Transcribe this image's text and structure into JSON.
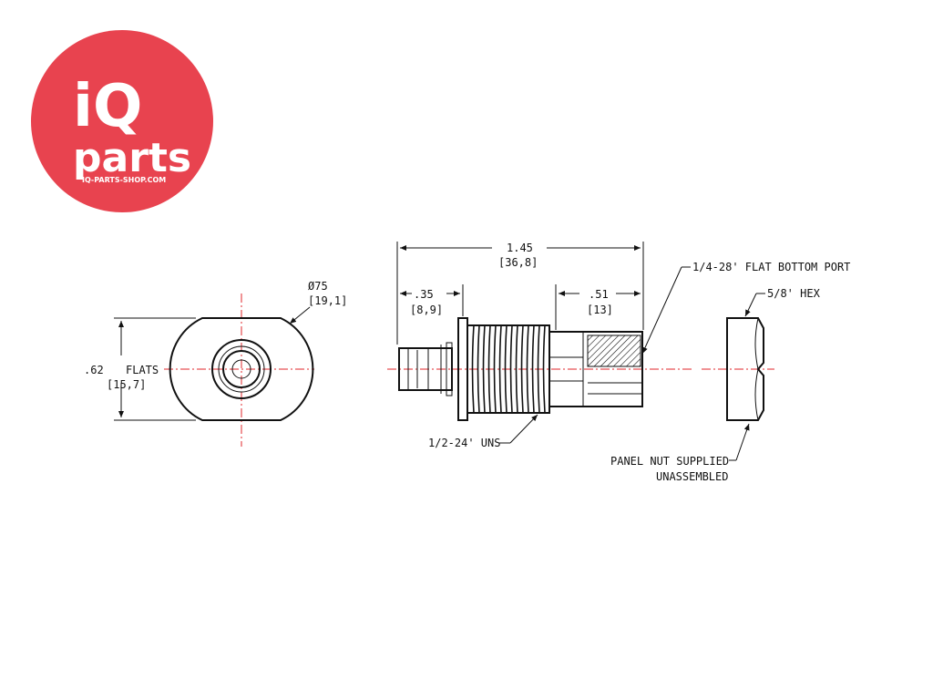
{
  "logo": {
    "brand_i": "iQ",
    "brand_parts": "parts",
    "url": "IQ-PARTS-SHOP.COM",
    "color": "#e8434f"
  },
  "front_view": {
    "diameter_label": "Ø75",
    "diameter_metric": "[19,1]",
    "flats_value": ".62",
    "flats_label": "FLATS",
    "flats_metric": "[15,7]"
  },
  "side_view": {
    "overall_length": "1.45",
    "overall_length_metric": "[36,8]",
    "stem_length": ".35",
    "stem_length_metric": "[8,9]",
    "port_depth": ".51",
    "port_depth_metric": "[13]",
    "port_callout": "1/4-28' FLAT BOTTOM PORT",
    "thread_callout": "1/2-24' UNS"
  },
  "nut_view": {
    "hex_callout": "5/8' HEX",
    "note_line1": "PANEL NUT SUPPLIED",
    "note_line2": "UNASSEMBLED"
  },
  "colors": {
    "centerline": "#e0272b",
    "line": "#111111"
  }
}
